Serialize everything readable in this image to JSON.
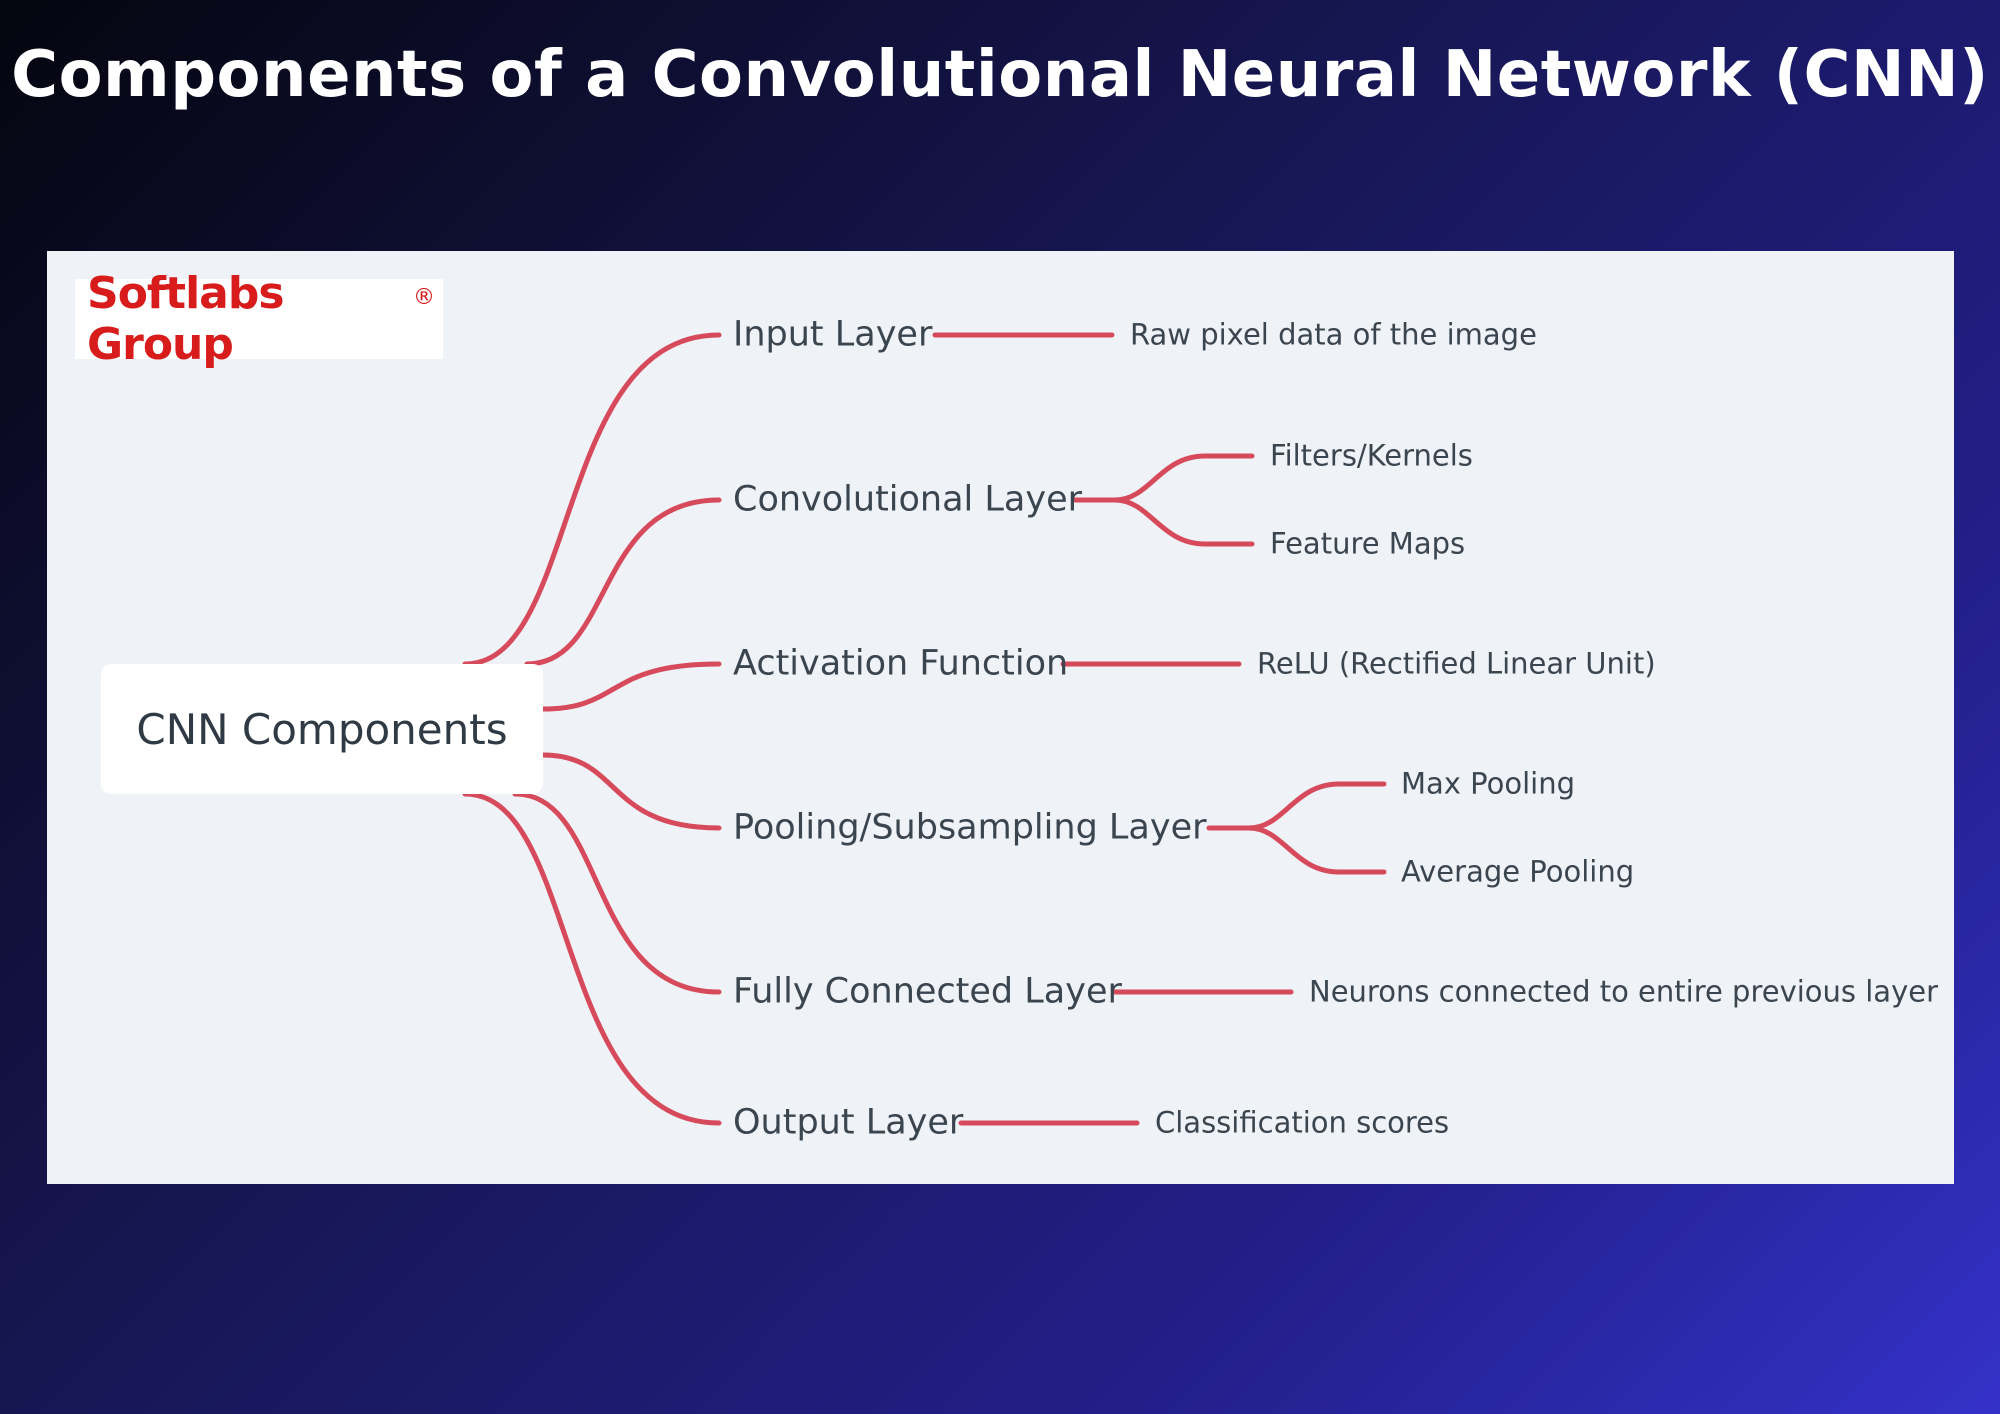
{
  "title": "Components of a Convolutional Neural Network (CNN)",
  "logo": {
    "text": "Softlabs Group",
    "registered_mark": "®"
  },
  "root": {
    "label": "CNN Components"
  },
  "branches": [
    {
      "label": "Input Layer",
      "children": [
        "Raw pixel data of the image"
      ]
    },
    {
      "label": "Convolutional Layer",
      "children": [
        "Filters/Kernels",
        "Feature Maps"
      ]
    },
    {
      "label": "Activation Function",
      "children": [
        "ReLU (Rectified Linear Unit)"
      ]
    },
    {
      "label": "Pooling/Subsampling Layer",
      "children": [
        "Max Pooling",
        "Average Pooling"
      ]
    },
    {
      "label": "Fully Connected Layer",
      "children": [
        "Neurons connected to entire previous layer"
      ]
    },
    {
      "label": "Output Layer",
      "children": [
        "Classification scores"
      ]
    }
  ],
  "colors": {
    "connector": "#d64a5c",
    "panel": "#eff2f6",
    "text": "#3a4550"
  }
}
